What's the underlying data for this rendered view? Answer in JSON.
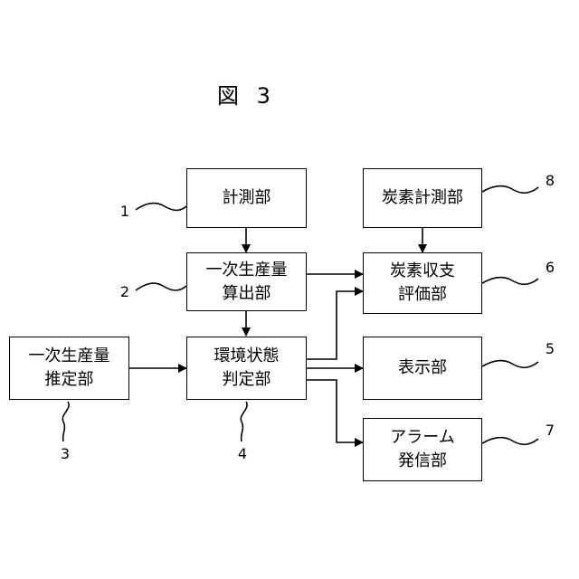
{
  "figure": {
    "title": "図 3"
  },
  "blocks": {
    "measurement": {
      "label": "計測部",
      "number": "1"
    },
    "primary_calc": {
      "label": "一次生産量\n算出部",
      "number": "2"
    },
    "primary_estimate": {
      "label": "一次生産量\n推定部",
      "number": "3"
    },
    "env_judge": {
      "label": "環境状態\n判定部",
      "number": "4"
    },
    "display": {
      "label": "表示部",
      "number": "5"
    },
    "carbon_eval": {
      "label": "炭素収支\n評価部",
      "number": "6"
    },
    "alarm": {
      "label": "アラーム\n発信部",
      "number": "7"
    },
    "carbon_measure": {
      "label": "炭素計測部",
      "number": "8"
    }
  }
}
